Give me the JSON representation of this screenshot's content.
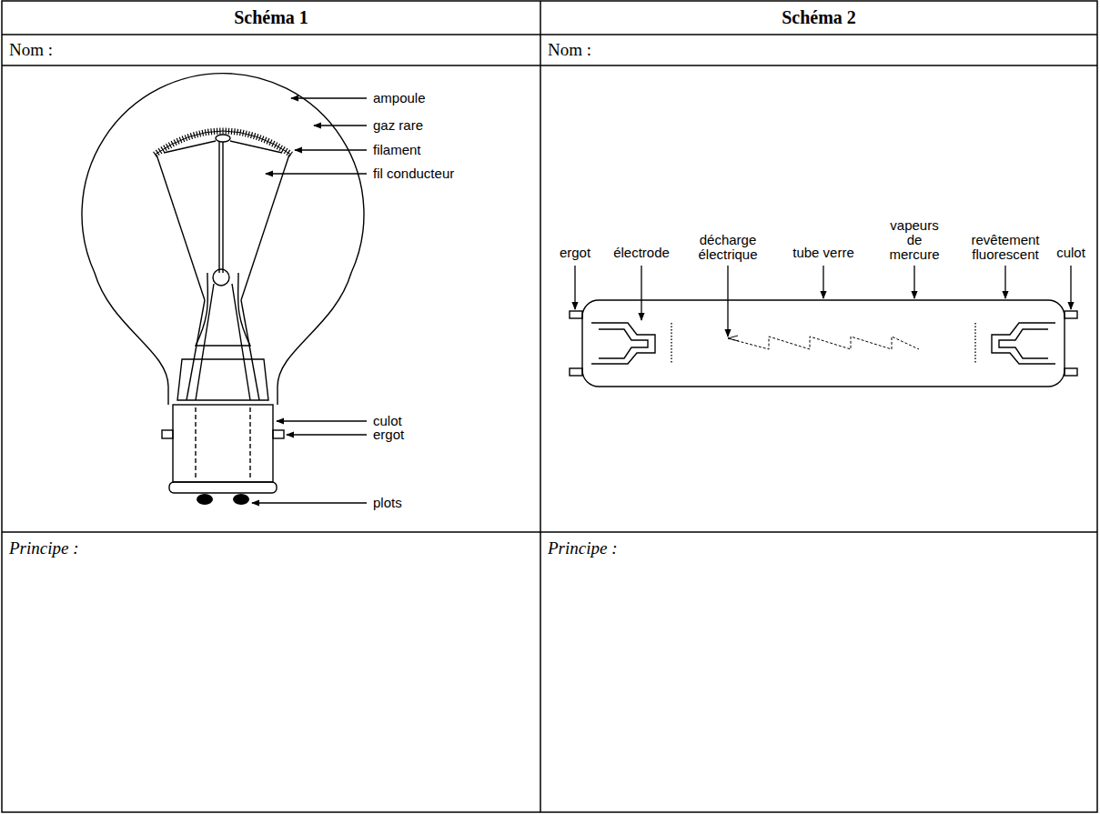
{
  "diagram": {
    "labels": [
      "Schéma 1",
      "Schéma 2",
      "Nom :",
      "Nom :",
      "ampoule",
      "gaz rare",
      "filament",
      "fil conducteur",
      "culot",
      "ergot",
      "plots",
      "ergot",
      "électrode",
      "décharge électrique",
      "tube verre",
      "vapeurs de mercure",
      "revêtement fluorescent",
      "culot",
      "Principe :",
      "Principe :"
    ]
  }
}
